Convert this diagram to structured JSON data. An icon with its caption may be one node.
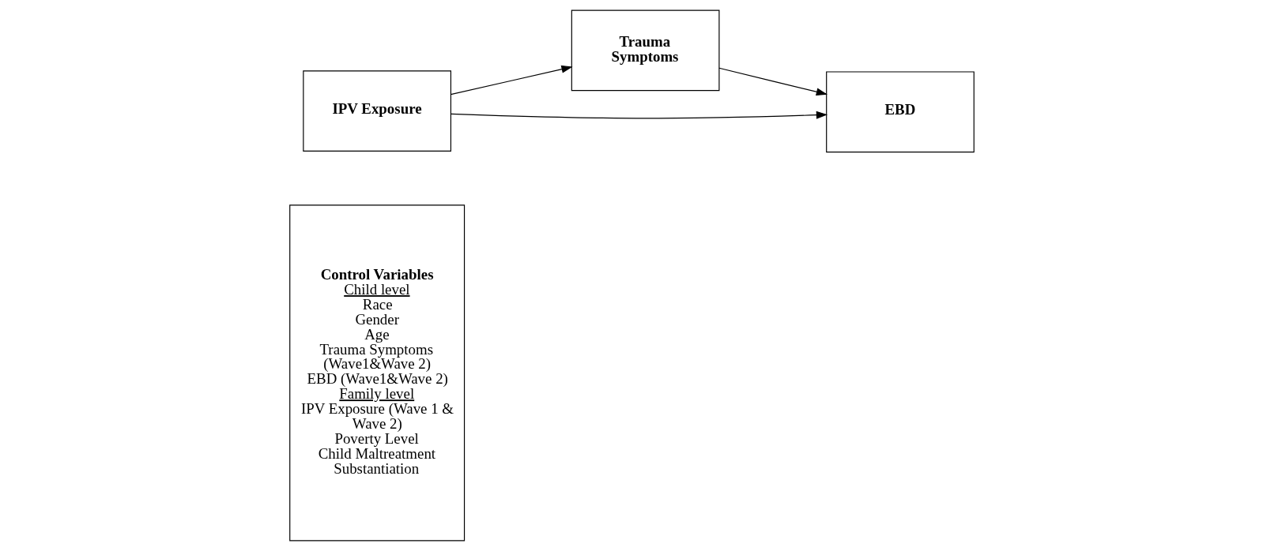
{
  "diagram": {
    "nodes": [
      {
        "text": [
          "Control Variables",
          "Child level",
          "Race",
          "Gender",
          "Age",
          "Trauma Symptoms (Wave1&Wave 2)",
          "EBD (Wave1&Wave 2)",
          "Family level",
          "IPV Exposure (Wave 1 & Wave 2)",
          "Poverty Level",
          "Child Maltreatment Substantiation"
        ]
      },
      {
        "text": [
          "Trauma Symptoms"
        ]
      },
      {
        "text": [
          "IPV Exposure"
        ]
      },
      {
        "text": [
          "EBD"
        ]
      }
    ],
    "edges": [
      {
        "from": 2,
        "to": 1,
        "arrow": "to"
      },
      {
        "from": 1,
        "to": 3,
        "arrow": "to"
      },
      {
        "from": 2,
        "to": 3,
        "arrow": "to"
      }
    ]
  }
}
